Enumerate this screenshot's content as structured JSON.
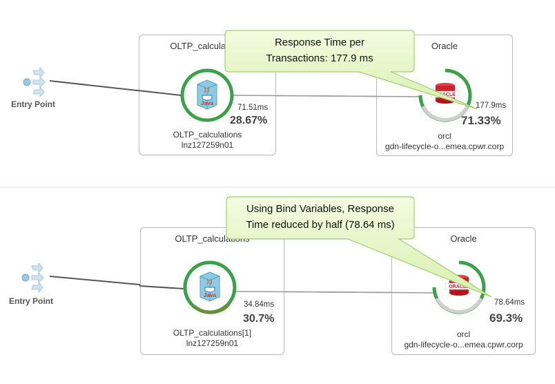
{
  "top": {
    "callout": {
      "line1": "Response Time per",
      "line2": "Transactions: 177.9 ms"
    },
    "entry_point": "Entry Point",
    "app_tier": {
      "title": "OLTP_calculations",
      "name": "OLTP_calculations",
      "host": "lnz127259n01",
      "time": "71.51ms",
      "percent": "28.67%",
      "icon_label": "Java"
    },
    "db_tier": {
      "title": "Oracle",
      "name": "orcl",
      "host": "gdn-lifecycle-o...emea.cpwr.corp",
      "time": "177.9ms",
      "percent": "71.33%",
      "icon_label": "ORACLE"
    }
  },
  "bottom": {
    "callout": {
      "line1": "Using Bind Variables, Response",
      "line2": "Time reduced by half (78.64 ms)"
    },
    "entry_point": "Entry Point",
    "app_tier": {
      "title": "OLTP_calculations",
      "name": "OLTP_calculations[1]",
      "host": "lnz127259n01",
      "time": "34.84ms",
      "percent": "30.7%",
      "icon_label": "Java"
    },
    "db_tier": {
      "title": "Oracle",
      "name": "orcl",
      "host": "gdn-lifecycle-o...emea.cpwr.corp",
      "time": "78.64ms",
      "percent": "69.3%",
      "icon_label": "ORACLE"
    }
  },
  "colors": {
    "ring_green": "#3aa04a",
    "ring_grey": "#d0d0d0",
    "callout_fill": "#e6f7c9",
    "callout_border": "#9fcf6b",
    "java_blue": "#7ec0e0",
    "oracle_red": "#d0202a",
    "connector": "#555555"
  },
  "icons": [
    "entry-point-icon",
    "java-icon",
    "oracle-icon"
  ]
}
